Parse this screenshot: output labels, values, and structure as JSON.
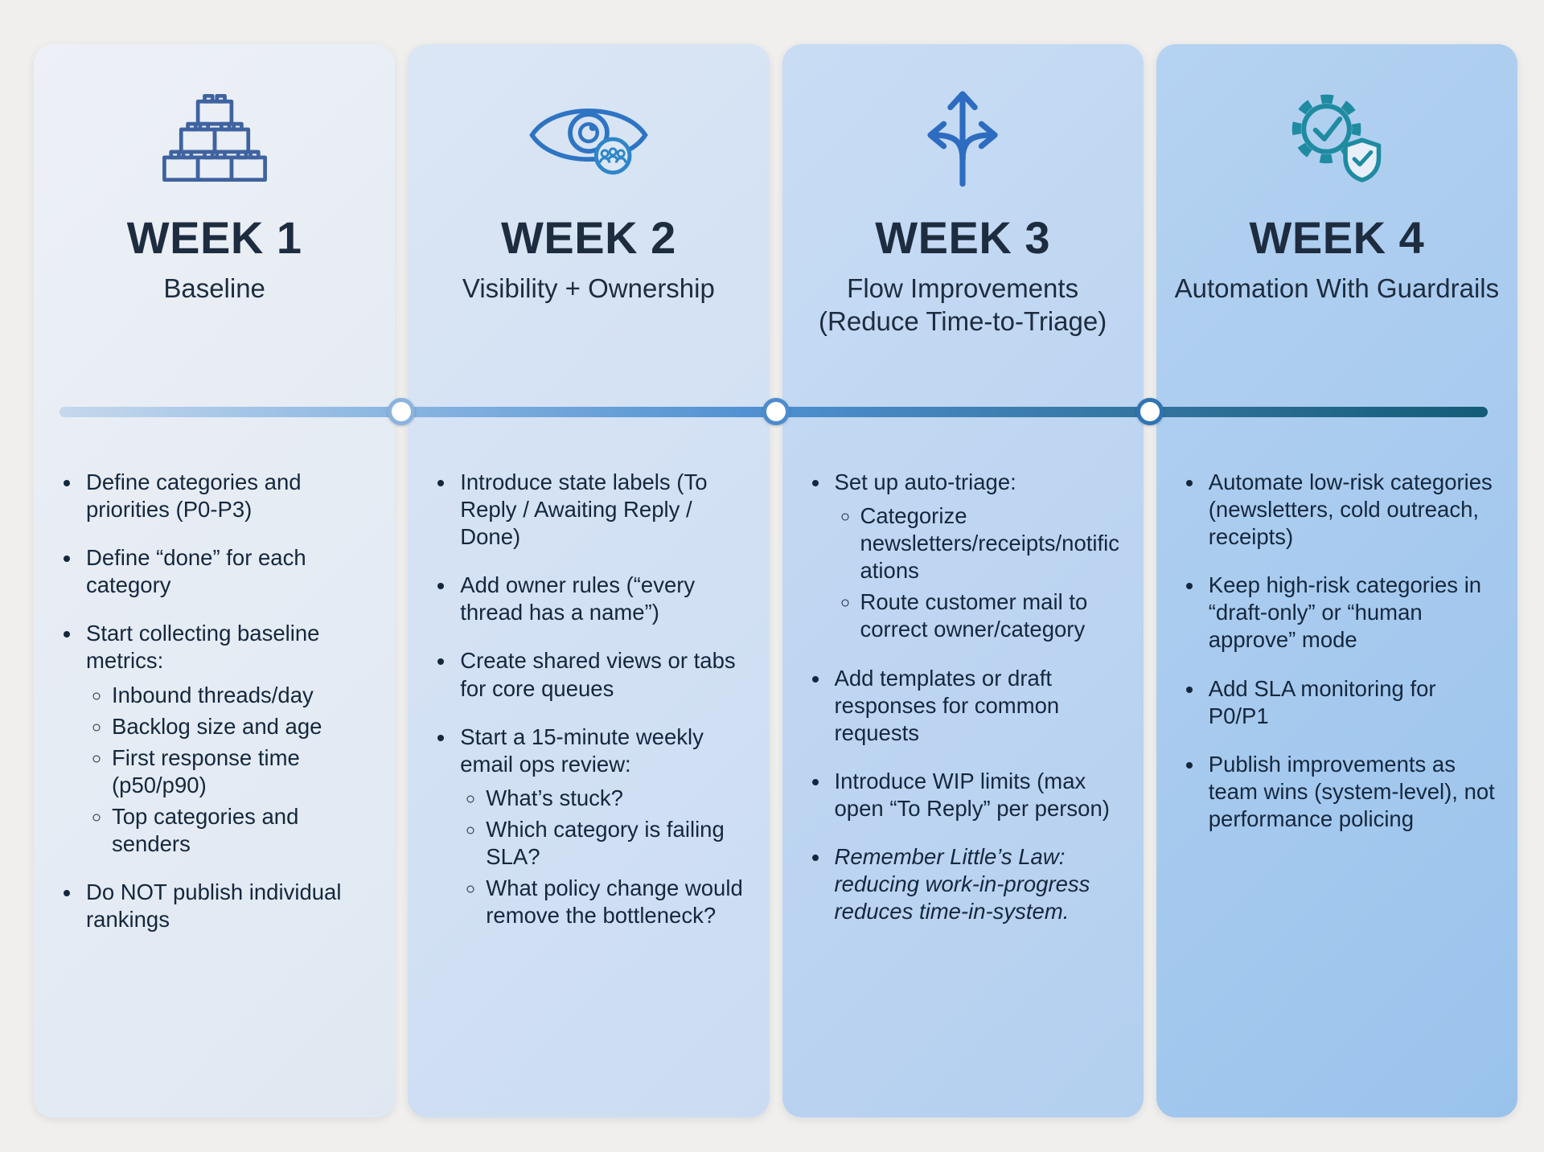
{
  "palette": {
    "page_bg": "#f0efed",
    "card1_bg": "#e6ecf4",
    "card2_bg": "#d4e1f4",
    "card3_bg": "#c0d6f2",
    "card4_bg": "#a8cbee",
    "timeline_start": "#c6d8ec",
    "timeline_mid": "#4e8fd0",
    "timeline_end": "#135c77",
    "title_color": "#1d2c3f",
    "body_color": "#15273d",
    "icon_blue": "#3f63a0",
    "icon_bright_blue": "#2d6cc0",
    "icon_teal": "#1f8ba1"
  },
  "timeline": {
    "nodes": 3
  },
  "columns": [
    {
      "title": "WEEK 1",
      "subtitle": "Baseline",
      "icon": "building-blocks-icon",
      "bullets": [
        {
          "text": "Define categories and priorities (P0-P3)"
        },
        {
          "text": "Define “done” for each category"
        },
        {
          "text": "Start collecting baseline metrics:",
          "sub": [
            "Inbound threads/day",
            "Backlog size and age",
            "First response time (p50/p90)",
            "Top categories and senders"
          ]
        },
        {
          "text": "Do NOT publish individual rankings"
        }
      ]
    },
    {
      "title": "WEEK 2",
      "subtitle": "Visibility + Ownership",
      "icon": "eye-team-icon",
      "bullets": [
        {
          "text": "Introduce state labels (To Reply / Awaiting Reply / Done)"
        },
        {
          "text": "Add owner rules (“every thread has a name”)"
        },
        {
          "text": "Create shared views or tabs for core queues"
        },
        {
          "text": "Start a 15-minute weekly email ops review:",
          "sub": [
            "What’s stuck?",
            "Which category is failing SLA?",
            "What policy change would remove the bottleneck?"
          ]
        }
      ]
    },
    {
      "title": "WEEK 3",
      "subtitle": "Flow Improvements (Reduce Time-to-Triage)",
      "icon": "branching-arrows-icon",
      "bullets": [
        {
          "text": "Set up auto-triage:",
          "sub": [
            "Categorize newsletters/receipts/notifications",
            "Route customer mail to correct owner/category"
          ]
        },
        {
          "text": "Add templates or draft responses for common requests"
        },
        {
          "text": "Introduce WIP limits (max open “To Reply” per person)"
        },
        {
          "text": "Remember Little’s Law: reducing work-in-progress reduces time-in-system.",
          "italic": true
        }
      ]
    },
    {
      "title": "WEEK 4",
      "subtitle": "Automation With Guardrails",
      "icon": "gear-shield-check-icon",
      "bullets": [
        {
          "text": "Automate low-risk categories (newsletters, cold outreach, receipts)"
        },
        {
          "text": "Keep high-risk categories in “draft-only” or “human approve” mode"
        },
        {
          "text": "Add SLA monitoring for P0/P1"
        },
        {
          "text": "Publish improvements as team wins (system-level), not performance policing"
        }
      ]
    }
  ]
}
